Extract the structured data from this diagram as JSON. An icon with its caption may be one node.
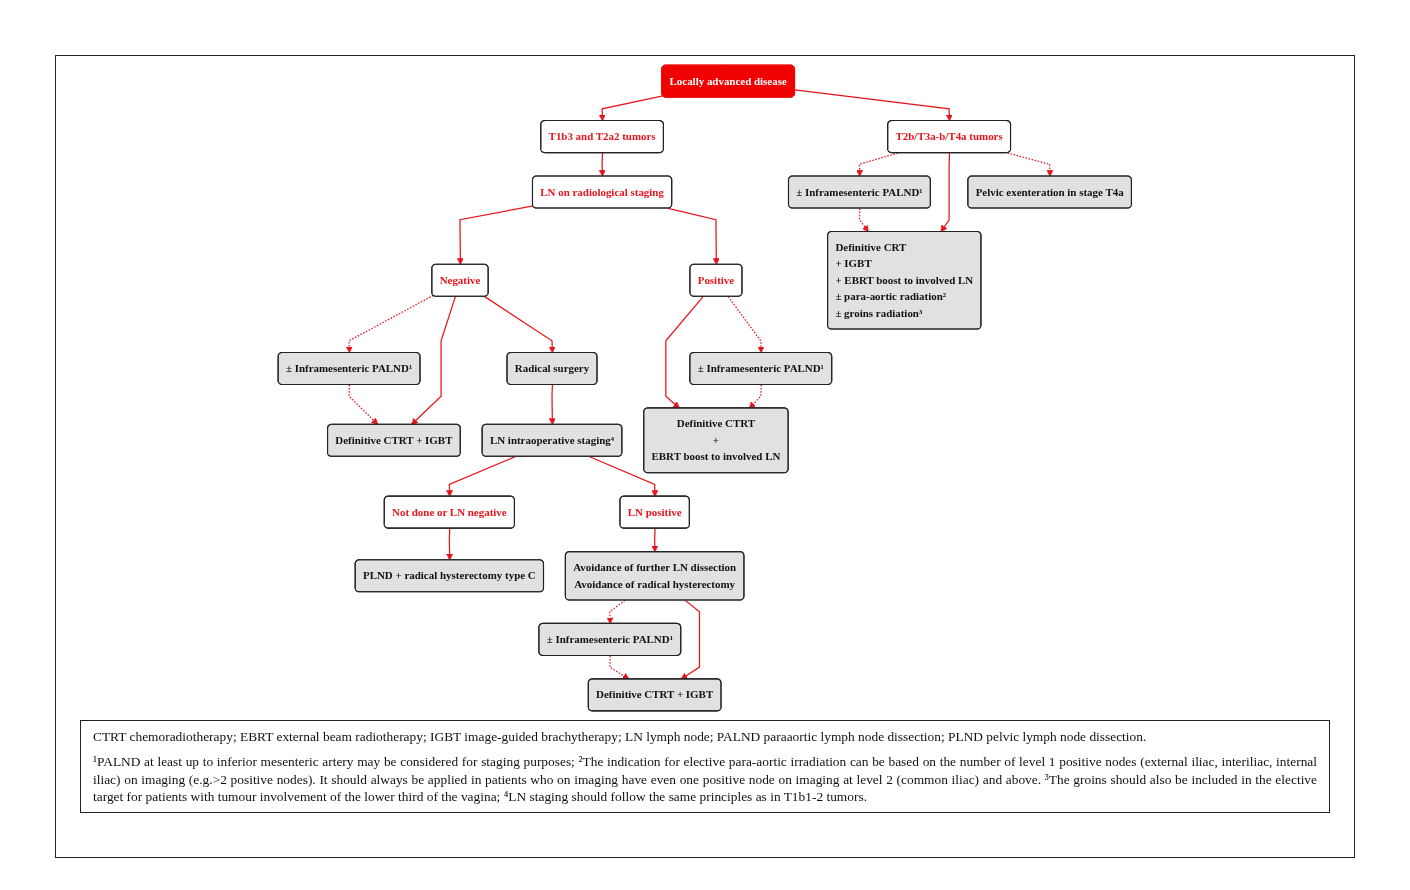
{
  "diagram": {
    "nodes": [
      {
        "text": [
          "Locally advanced disease"
        ]
      },
      {
        "text": [
          "T1b3 and T2a2 tumors"
        ]
      },
      {
        "text": [
          "T2b/T3a-b/T4a tumors"
        ]
      },
      {
        "text": [
          "LN on radiological staging"
        ]
      },
      {
        "text": [
          "± Inframesenteric PALND¹"
        ]
      },
      {
        "text": [
          "Definitive CRT",
          "+ IGBT",
          "+ EBRT boost to involved LN",
          "± para-aortic radiation²",
          "± groins radiation³"
        ]
      },
      {
        "text": [
          "Pelvic exenteration in stage T4a"
        ]
      },
      {
        "text": [
          "Negative"
        ]
      },
      {
        "text": [
          "Positive"
        ]
      },
      {
        "text": [
          "± Inframesenteric PALND¹"
        ]
      },
      {
        "text": [
          "Radical surgery"
        ]
      },
      {
        "text": [
          "Definitive CTRT",
          "+",
          "EBRT boost to involved LN"
        ]
      },
      {
        "text": [
          "± Inframesenteric PALND¹"
        ]
      },
      {
        "text": [
          "Definitive CTRT + IGBT"
        ]
      },
      {
        "text": [
          "LN intraoperative staging⁴"
        ]
      },
      {
        "text": [
          "Not done or LN negative"
        ]
      },
      {
        "text": [
          "LN positive"
        ]
      },
      {
        "text": [
          "PLND + radical hysterectomy type C"
        ]
      },
      {
        "text": [
          "Avoidance of further LN dissection",
          "Avoidance of radical hysterectomy"
        ]
      },
      {
        "text": [
          "± Inframesenteric PALND¹"
        ]
      },
      {
        "text": [
          "Definitive CTRT + IGBT"
        ]
      }
    ],
    "edges": [
      {
        "from": 0,
        "to": 1,
        "arrow": "to"
      },
      {
        "from": 0,
        "to": 2,
        "arrow": "to"
      },
      {
        "from": 1,
        "to": 3,
        "arrow": "to"
      },
      {
        "from": 2,
        "to": 4,
        "arrow": "to",
        "style": "dashed"
      },
      {
        "from": 2,
        "to": 5,
        "arrow": "to"
      },
      {
        "from": 2,
        "to": 6,
        "arrow": "to",
        "style": "dashed"
      },
      {
        "from": 4,
        "to": 5,
        "arrow": "to",
        "style": "dashed"
      },
      {
        "from": 3,
        "to": 7,
        "arrow": "to"
      },
      {
        "from": 3,
        "to": 8,
        "arrow": "to"
      },
      {
        "from": 7,
        "to": 9,
        "arrow": "to",
        "style": "dashed"
      },
      {
        "from": 7,
        "to": 13,
        "arrow": "to"
      },
      {
        "from": 7,
        "to": 10,
        "arrow": "to"
      },
      {
        "from": 9,
        "to": 13,
        "arrow": "to",
        "style": "dashed"
      },
      {
        "from": 8,
        "to": 11,
        "arrow": "to"
      },
      {
        "from": 8,
        "to": 12,
        "arrow": "to",
        "style": "dashed"
      },
      {
        "from": 12,
        "to": 11,
        "arrow": "to",
        "style": "dashed"
      },
      {
        "from": 10,
        "to": 14,
        "arrow": "to"
      },
      {
        "from": 14,
        "to": 15,
        "arrow": "to"
      },
      {
        "from": 14,
        "to": 16,
        "arrow": "to"
      },
      {
        "from": 15,
        "to": 17,
        "arrow": "to"
      },
      {
        "from": 16,
        "to": 18,
        "arrow": "to"
      },
      {
        "from": 18,
        "to": 19,
        "arrow": "to",
        "style": "dashed"
      },
      {
        "from": 18,
        "to": 20,
        "arrow": "to"
      },
      {
        "from": 19,
        "to": 20,
        "arrow": "to",
        "style": "dashed"
      }
    ],
    "labels": [
      "CTRT chemoradiotherapy; EBRT external beam radiotherapy; IGBT image-guided brachytherapy; LN lymph node; PALND paraaortic lymph node dissection; PLND pelvic lymph node dissection.",
      "¹PALND at least up to inferior mesenteric artery may be considered for staging purposes; ²The indication for elective para-aortic irradiation can be based on the number of level 1 positive nodes (external iliac, interiliac, internal iliac) on imaging (e.g.>2 positive nodes). It should always be applied in patients who on imaging have even one positive node on imaging at level 2 (common iliac) and above. ³The groins should also be included in the elective target for patients with tumour involvement of the lower third of the vagina; ⁴LN staging should follow the same principles as in T1b1-2 tumors."
    ]
  }
}
